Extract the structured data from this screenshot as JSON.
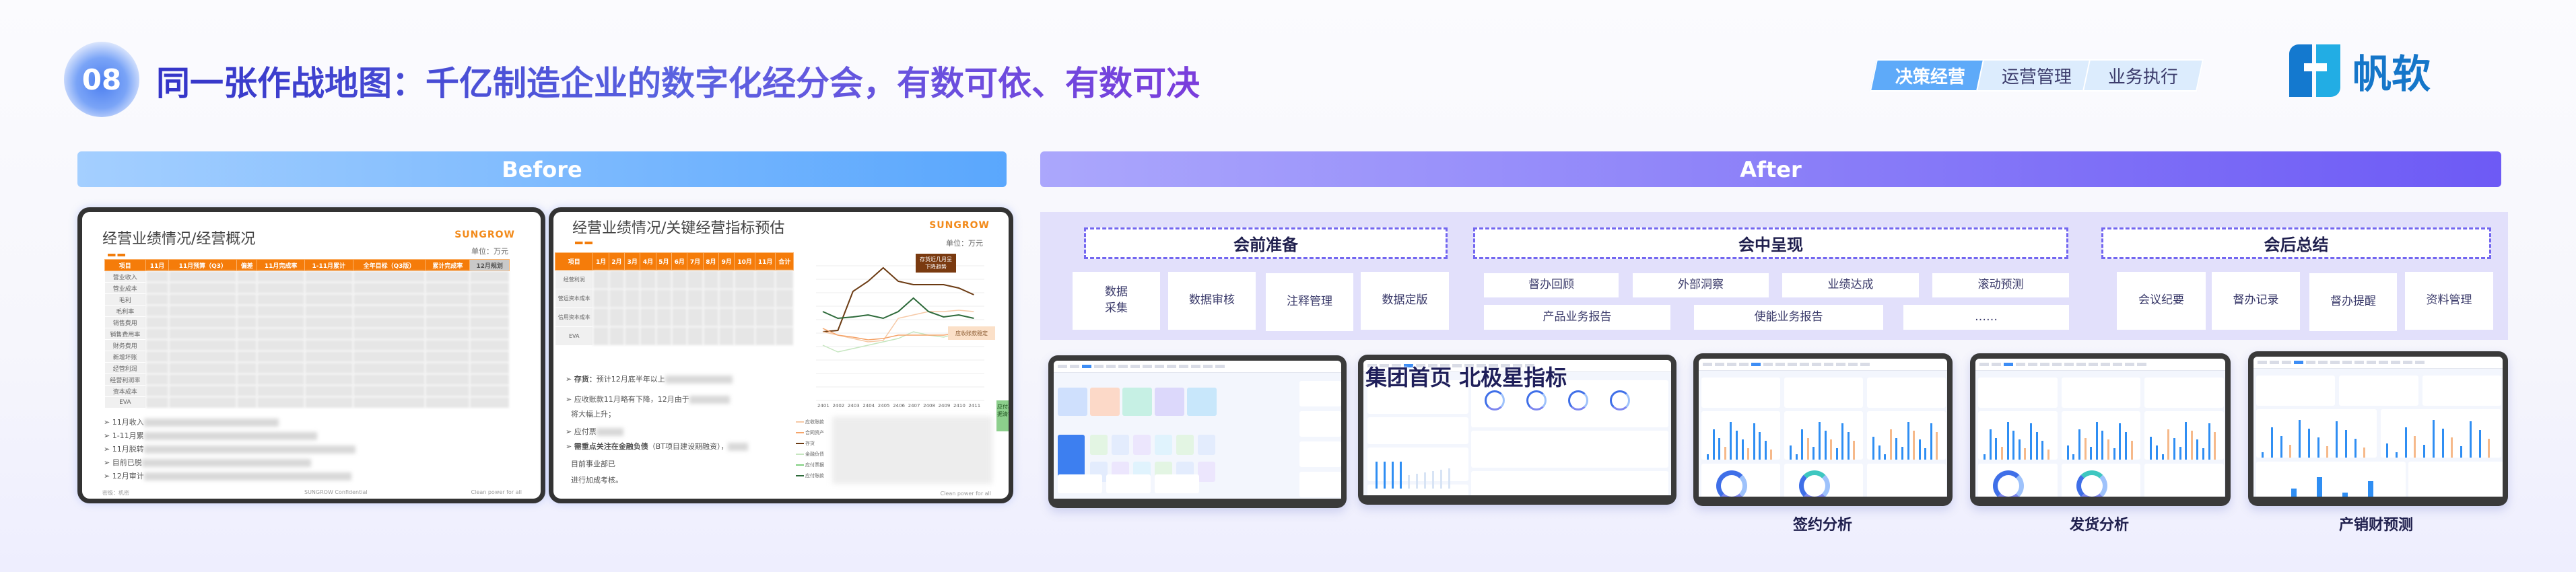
{
  "header": {
    "badge": "08",
    "title": "同一张作战地图：千亿制造企业的数字化经分会，有数可依、有数可决",
    "tabs": [
      {
        "label": "决策经营",
        "active": true
      },
      {
        "label": "运营管理",
        "active": false
      },
      {
        "label": "业务执行",
        "active": false
      }
    ],
    "logo_text": "帆软"
  },
  "before": {
    "label": "Before",
    "slide1": {
      "title": "经营业绩情况/经营概况",
      "brand": "SUNGROW",
      "unit": "单位：万元",
      "columns": [
        "项目",
        "11月",
        "11月预算（Q3）",
        "偏差",
        "11月完成率",
        "1-11月累计",
        "全年目标（Q3版）",
        "累计完成率",
        "12月规划"
      ],
      "rows": [
        "营业收入",
        "营业成本",
        "毛利",
        "毛利率",
        "销售费用",
        "销售费用率",
        "财务费用",
        "新增坏账",
        "经营利润",
        "经营利润率",
        "资本成本",
        "EVA"
      ],
      "bullets": [
        "11月收入",
        "1-11月累",
        "11月脱转",
        "目前已脱",
        "12月审计"
      ],
      "footer_left": "密级：机密",
      "footer_center": "SUNGROW Confidential",
      "footer_right": "Clean power for all"
    },
    "slide2": {
      "title": "经营业绩情况/关键经营指标预估",
      "brand": "SUNGROW",
      "unit": "单位：万元",
      "columns": [
        "项目",
        "1月",
        "2月",
        "3月",
        "4月",
        "5月",
        "6月",
        "7月",
        "8月",
        "9月",
        "10月",
        "11月",
        "合计"
      ],
      "rows": [
        "经营利润",
        "营运资本成本",
        "信用资本成本",
        "EVA"
      ],
      "bullets": [
        {
          "bold": "存货：",
          "text": "预计12月底半年以上"
        },
        {
          "bold": "",
          "text": "应收账款11月略有下降，12月由于"
        },
        {
          "bold": "",
          "text": "将大幅上升；"
        },
        {
          "bold": "",
          "text": "应付票"
        },
        {
          "bold": "需重点关注在金融负债",
          "text": "（BT项目建设期融资），"
        },
        {
          "bold": "",
          "text": "目前事业部已"
        },
        {
          "bold": "",
          "text": "进行加成考核。"
        }
      ],
      "chart_x": [
        "2401",
        "2402",
        "2403",
        "2404",
        "2405",
        "2406",
        "2407",
        "2408",
        "2409",
        "2410",
        "2411"
      ],
      "legend": [
        "应收账款",
        "合同资产",
        "存货",
        "金融负债",
        "应付票据",
        "应付账款"
      ],
      "callouts": [
        "存货近几月呈下降趋势",
        "应收账款稳定",
        "应付票据清零"
      ],
      "footer_right": "Clean power for all"
    }
  },
  "after": {
    "label": "After",
    "phases": [
      {
        "title": "会前准备",
        "items": [
          "数据\n采集",
          "数据审核",
          "注释管理",
          "数据定版"
        ]
      },
      {
        "title": "会中呈现",
        "items": [
          "督办回顾",
          "外部洞察",
          "业绩达成",
          "滚动预测",
          "产品业务报告",
          "使能业务报告",
          "……"
        ]
      },
      {
        "title": "会后总结",
        "items": [
          "会议纪要",
          "督办记录",
          "督办提醒",
          "资料管理"
        ]
      }
    ],
    "screens_overlay": "集团首页  北极星指标",
    "screen_labels": [
      "签约分析",
      "发货分析",
      "产销财预测"
    ]
  },
  "colors": {
    "before": "#5aa7fd",
    "after": "#6d5af5",
    "accent_orange": "#f57c0a",
    "panel": "#e2e0fb"
  }
}
